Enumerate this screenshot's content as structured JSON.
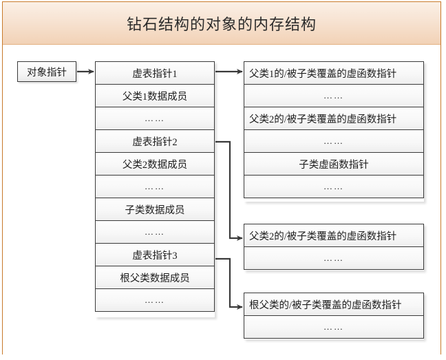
{
  "header": {
    "title": "钻石结构的对象的内存结构",
    "accent_color": "#c87a2a",
    "gradient_from": "#fbf0e6",
    "gradient_to": "#f2d2b6"
  },
  "object_pointer": {
    "label": "对象指针"
  },
  "object_layout": {
    "name": "object-memory-layout",
    "rows": [
      {
        "id": "vptr1",
        "text": "虚表指针1",
        "align": "center",
        "kind": "vptr"
      },
      {
        "id": "base1-data",
        "text": "父类1数据成员",
        "align": "center",
        "kind": "data"
      },
      {
        "id": "ellipsis-1",
        "text": "……",
        "align": "center",
        "kind": "ellipsis"
      },
      {
        "id": "vptr2",
        "text": "虚表指针2",
        "align": "center",
        "kind": "vptr"
      },
      {
        "id": "base2-data",
        "text": "父类2数据成员",
        "align": "center",
        "kind": "data"
      },
      {
        "id": "ellipsis-2",
        "text": "……",
        "align": "center",
        "kind": "ellipsis"
      },
      {
        "id": "derived-data",
        "text": "子类数据成员",
        "align": "center",
        "kind": "data"
      },
      {
        "id": "ellipsis-3",
        "text": "……",
        "align": "center",
        "kind": "ellipsis"
      },
      {
        "id": "vptr3",
        "text": "虚表指针3",
        "align": "center",
        "kind": "vptr"
      },
      {
        "id": "root-data",
        "text": "根父类数据成员",
        "align": "center",
        "kind": "data"
      },
      {
        "id": "ellipsis-4",
        "text": "……",
        "align": "center",
        "kind": "ellipsis"
      }
    ]
  },
  "vtables": [
    {
      "id": "vtable-1",
      "rows": [
        {
          "id": "vt1-r1",
          "text": "父类1的/被子类覆盖的虚函数指针",
          "align": "left",
          "kind": "entry"
        },
        {
          "id": "vt1-r2",
          "text": "……",
          "align": "center",
          "kind": "ellipsis"
        },
        {
          "id": "vt1-r3",
          "text": "父类2的/被子类覆盖的虚函数指针",
          "align": "left",
          "kind": "entry"
        },
        {
          "id": "vt1-r4",
          "text": "……",
          "align": "center",
          "kind": "ellipsis"
        },
        {
          "id": "vt1-r5",
          "text": "子类虚函数指针",
          "align": "center",
          "kind": "entry"
        },
        {
          "id": "vt1-r6",
          "text": "……",
          "align": "center",
          "kind": "ellipsis"
        }
      ]
    },
    {
      "id": "vtable-2",
      "rows": [
        {
          "id": "vt2-r1",
          "text": "父类2的/被子类覆盖的虚函数指针",
          "align": "left",
          "kind": "entry"
        },
        {
          "id": "vt2-r2",
          "text": "……",
          "align": "center",
          "kind": "ellipsis"
        }
      ]
    },
    {
      "id": "vtable-3",
      "rows": [
        {
          "id": "vt3-r1",
          "text": "根父类的/被子类覆盖的虚函数指针",
          "align": "left",
          "kind": "entry"
        },
        {
          "id": "vt3-r2",
          "text": "……",
          "align": "center",
          "kind": "ellipsis"
        }
      ]
    }
  ],
  "connectors": [
    {
      "id": "conn-objptr-to-layout",
      "from": "对象指针",
      "to": "虚表指针1",
      "style": "straight-arrow"
    },
    {
      "id": "conn-vptr1-to-vtable1",
      "from": "虚表指针1",
      "to": "vtable-1",
      "style": "straight-arrow"
    },
    {
      "id": "conn-vptr2-to-vtable2",
      "from": "虚表指针2",
      "to": "vtable-2",
      "style": "elbow-arrow"
    },
    {
      "id": "conn-vptr3-to-vtable3",
      "from": "虚表指针3",
      "to": "vtable-3",
      "style": "elbow-arrow"
    }
  ]
}
